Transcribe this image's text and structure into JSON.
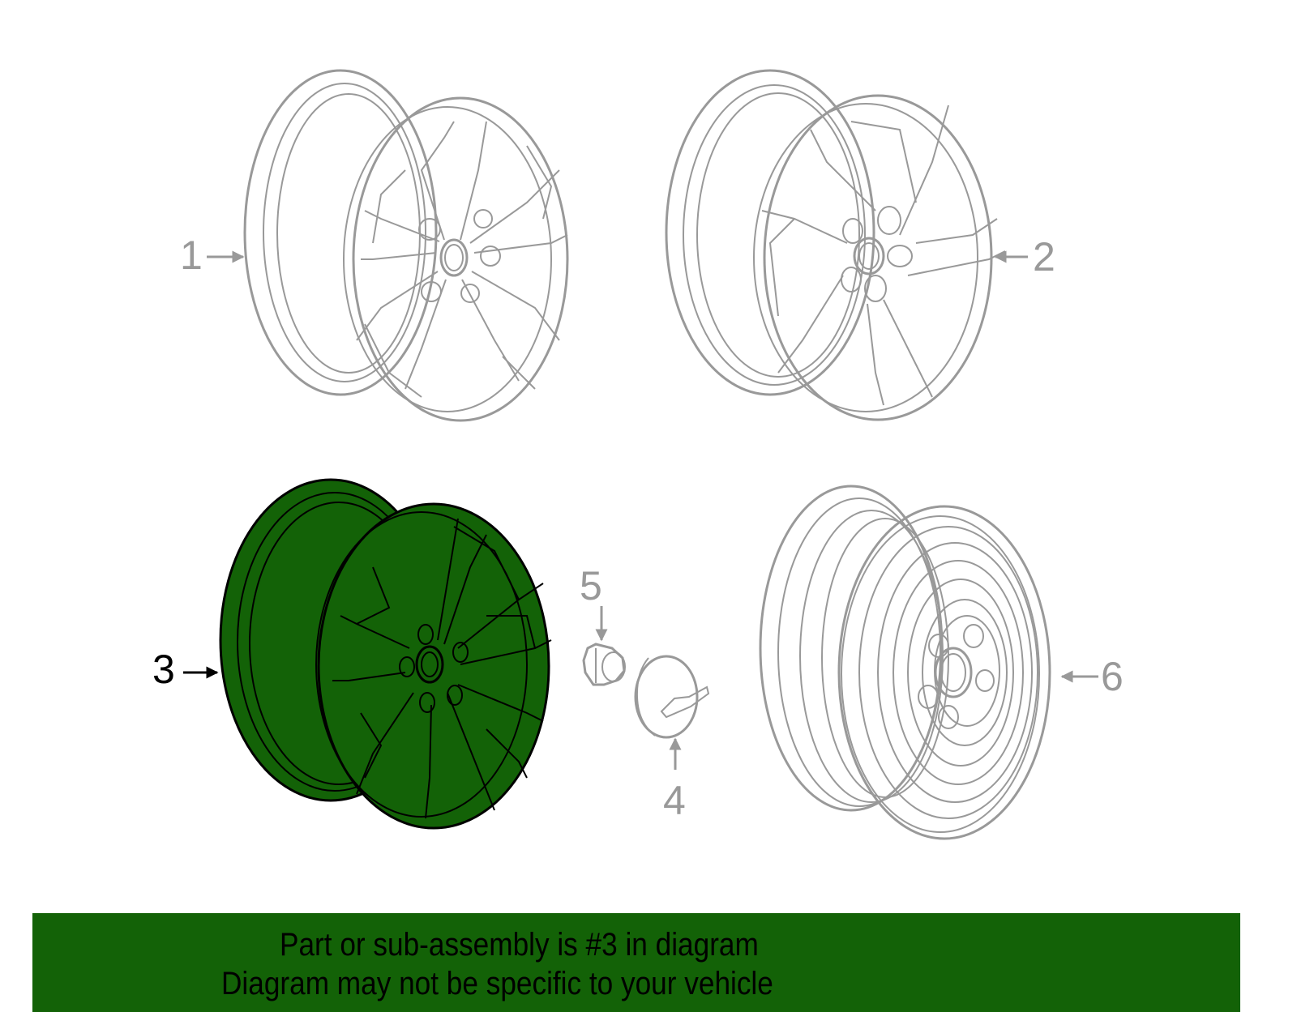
{
  "diagram": {
    "callouts": [
      {
        "number": "1",
        "part": "wheel-alloy-style-1",
        "highlighted": false
      },
      {
        "number": "2",
        "part": "wheel-alloy-style-2",
        "highlighted": false
      },
      {
        "number": "3",
        "part": "wheel-alloy-style-3",
        "highlighted": true
      },
      {
        "number": "4",
        "part": "center-cap",
        "highlighted": false
      },
      {
        "number": "5",
        "part": "lug-nut",
        "highlighted": false
      },
      {
        "number": "6",
        "part": "spare-wheel-steel",
        "highlighted": false
      }
    ],
    "colors": {
      "line_gray": "#999999",
      "highlight_fill": "#136207",
      "highlight_stroke": "#000000",
      "label_gray": "#999999",
      "label_highlight": "#000000"
    }
  },
  "banner": {
    "line1": "Part or sub-assembly is #3 in diagram",
    "line2": "Diagram may not be specific to your vehicle",
    "background": "#136207"
  }
}
